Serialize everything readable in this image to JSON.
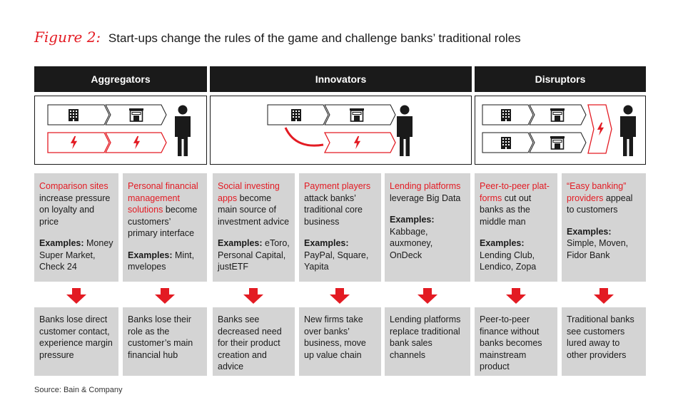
{
  "title": {
    "figure_label": "Figure 2:",
    "text": "Start-ups change the rules of the game and challenge banks’ traditional roles"
  },
  "headers": [
    {
      "label": "Aggregators"
    },
    {
      "label": "Innovators"
    },
    {
      "label": "Disruptors"
    }
  ],
  "cards": [
    {
      "highlight": "Comparison sites",
      "rest": " increase pressure on loyalty and price",
      "examples_label": "Examples:",
      "examples": " Money Super Market, Check 24"
    },
    {
      "highlight": "Personal financial management solutions",
      "rest": " become customers’ primary interface",
      "examples_label": "Examples:",
      "examples": " Mint, mvelopes"
    },
    {
      "highlight": "Social investing apps",
      "rest": " become main source of investment advice",
      "examples_label": "Examples:",
      "examples": " eToro, Personal Capital, justETF"
    },
    {
      "highlight": "Payment players",
      "rest": " attack banks’ traditional core business",
      "examples_label": "Examples:",
      "examples": " PayPal, Square, Yapita"
    },
    {
      "highlight": "Lending platforms",
      "rest": " leverage Big Data",
      "examples_label": "Examples:",
      "examples": " Kabbage, auxmoney, OnDeck"
    },
    {
      "highlight": "Peer-to-peer plat-forms",
      "rest": " cut out banks as the middle man",
      "examples_label": "Examples:",
      "examples": " Lending Club, Lendico, Zopa"
    },
    {
      "highlight": "“Easy banking” providers",
      "rest": " appeal to customers",
      "examples_label": "Examples:",
      "examples": " Simple, Moven, Fidor Bank"
    }
  ],
  "results": [
    "Banks lose direct customer contact, experience margin pressure",
    "Banks lose their role as the customer’s main financial hub",
    "Banks see decreased need for their product creation and advice",
    "New firms take over banks’ business, move up value chain",
    "Lending platforms replace traditional bank sales channels",
    "Peer-to-peer finance without banks becomes mainstream product",
    "Traditional banks see customers lured away to other providers"
  ],
  "source": "Source: Bain & Company",
  "colors": {
    "accent": "#e31b23",
    "dark": "#1a1a1a",
    "card": "#d4d4d4"
  },
  "icons": [
    "bank-building-icon",
    "branch-office-icon",
    "person-icon",
    "lightning-bolt-icon",
    "down-arrow-icon"
  ]
}
